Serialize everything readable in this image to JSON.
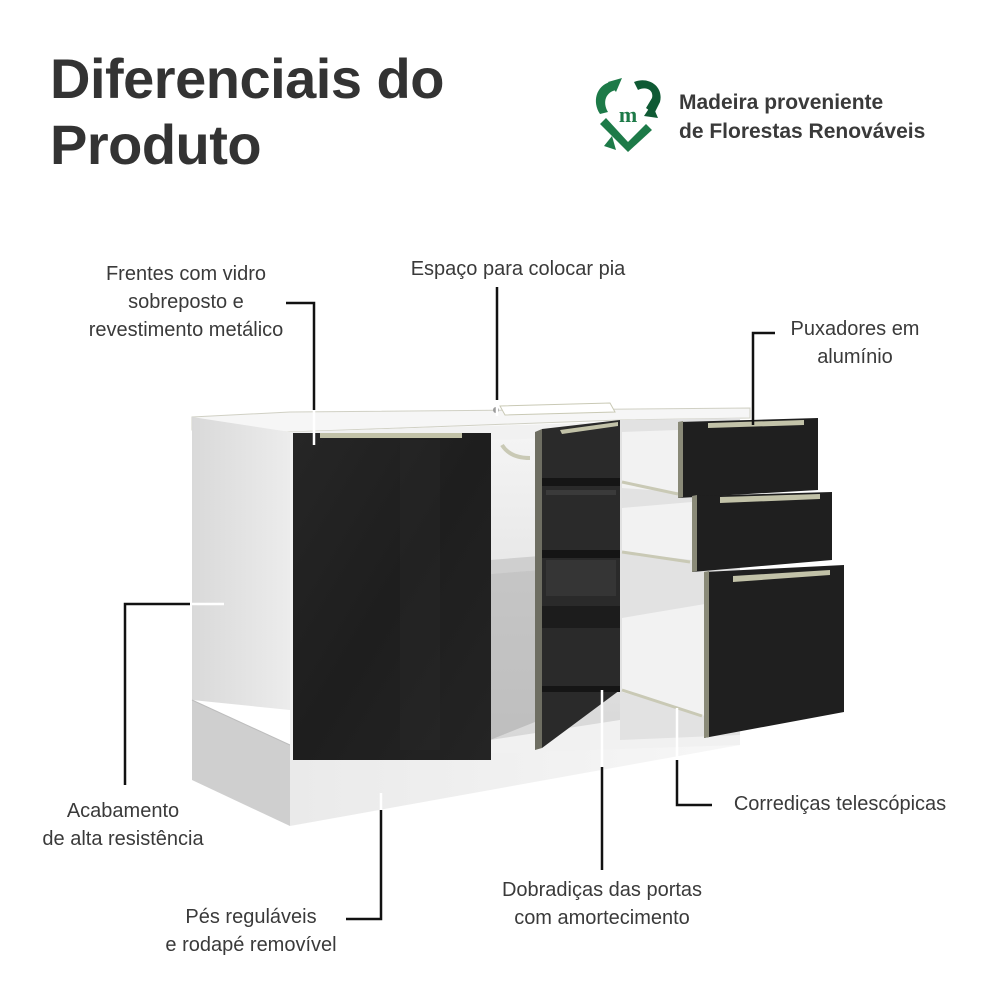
{
  "header": {
    "title_line1": "Diferenciais do",
    "title_line2": "Produto"
  },
  "badge": {
    "icon": "recycle-heart-m-icon",
    "letter": "m",
    "line1": "Madeira proveniente",
    "line2": "de Florestas Renováveis",
    "colors": {
      "dark_green": "#0f5a34",
      "green": "#1d7a48"
    }
  },
  "product": {
    "name": "cabinet-illustration",
    "colors": {
      "body_white": "#f3f3f3",
      "side_gray": "#d4d4d4",
      "front_black": "#222222",
      "handle_aluminum": "#b8b8a0",
      "edge_olive": "#8a8a78"
    }
  },
  "callouts": [
    {
      "id": "fronts",
      "line1": "Frentes com vidro",
      "line2": "sobreposto e",
      "line3": "revestimento metálico"
    },
    {
      "id": "sink",
      "line1": "Espaço para colocar pia"
    },
    {
      "id": "handles",
      "line1": "Puxadores em",
      "line2": "alumínio"
    },
    {
      "id": "finish",
      "line1": "Acabamento",
      "line2": "de alta resistência"
    },
    {
      "id": "slides",
      "line1": "Corrediças telescópicas"
    },
    {
      "id": "hinges",
      "line1": "Dobradiças das portas",
      "line2": "com amortecimento"
    },
    {
      "id": "feet",
      "line1": "Pés reguláveis",
      "line2": "e rodapé removível"
    }
  ]
}
